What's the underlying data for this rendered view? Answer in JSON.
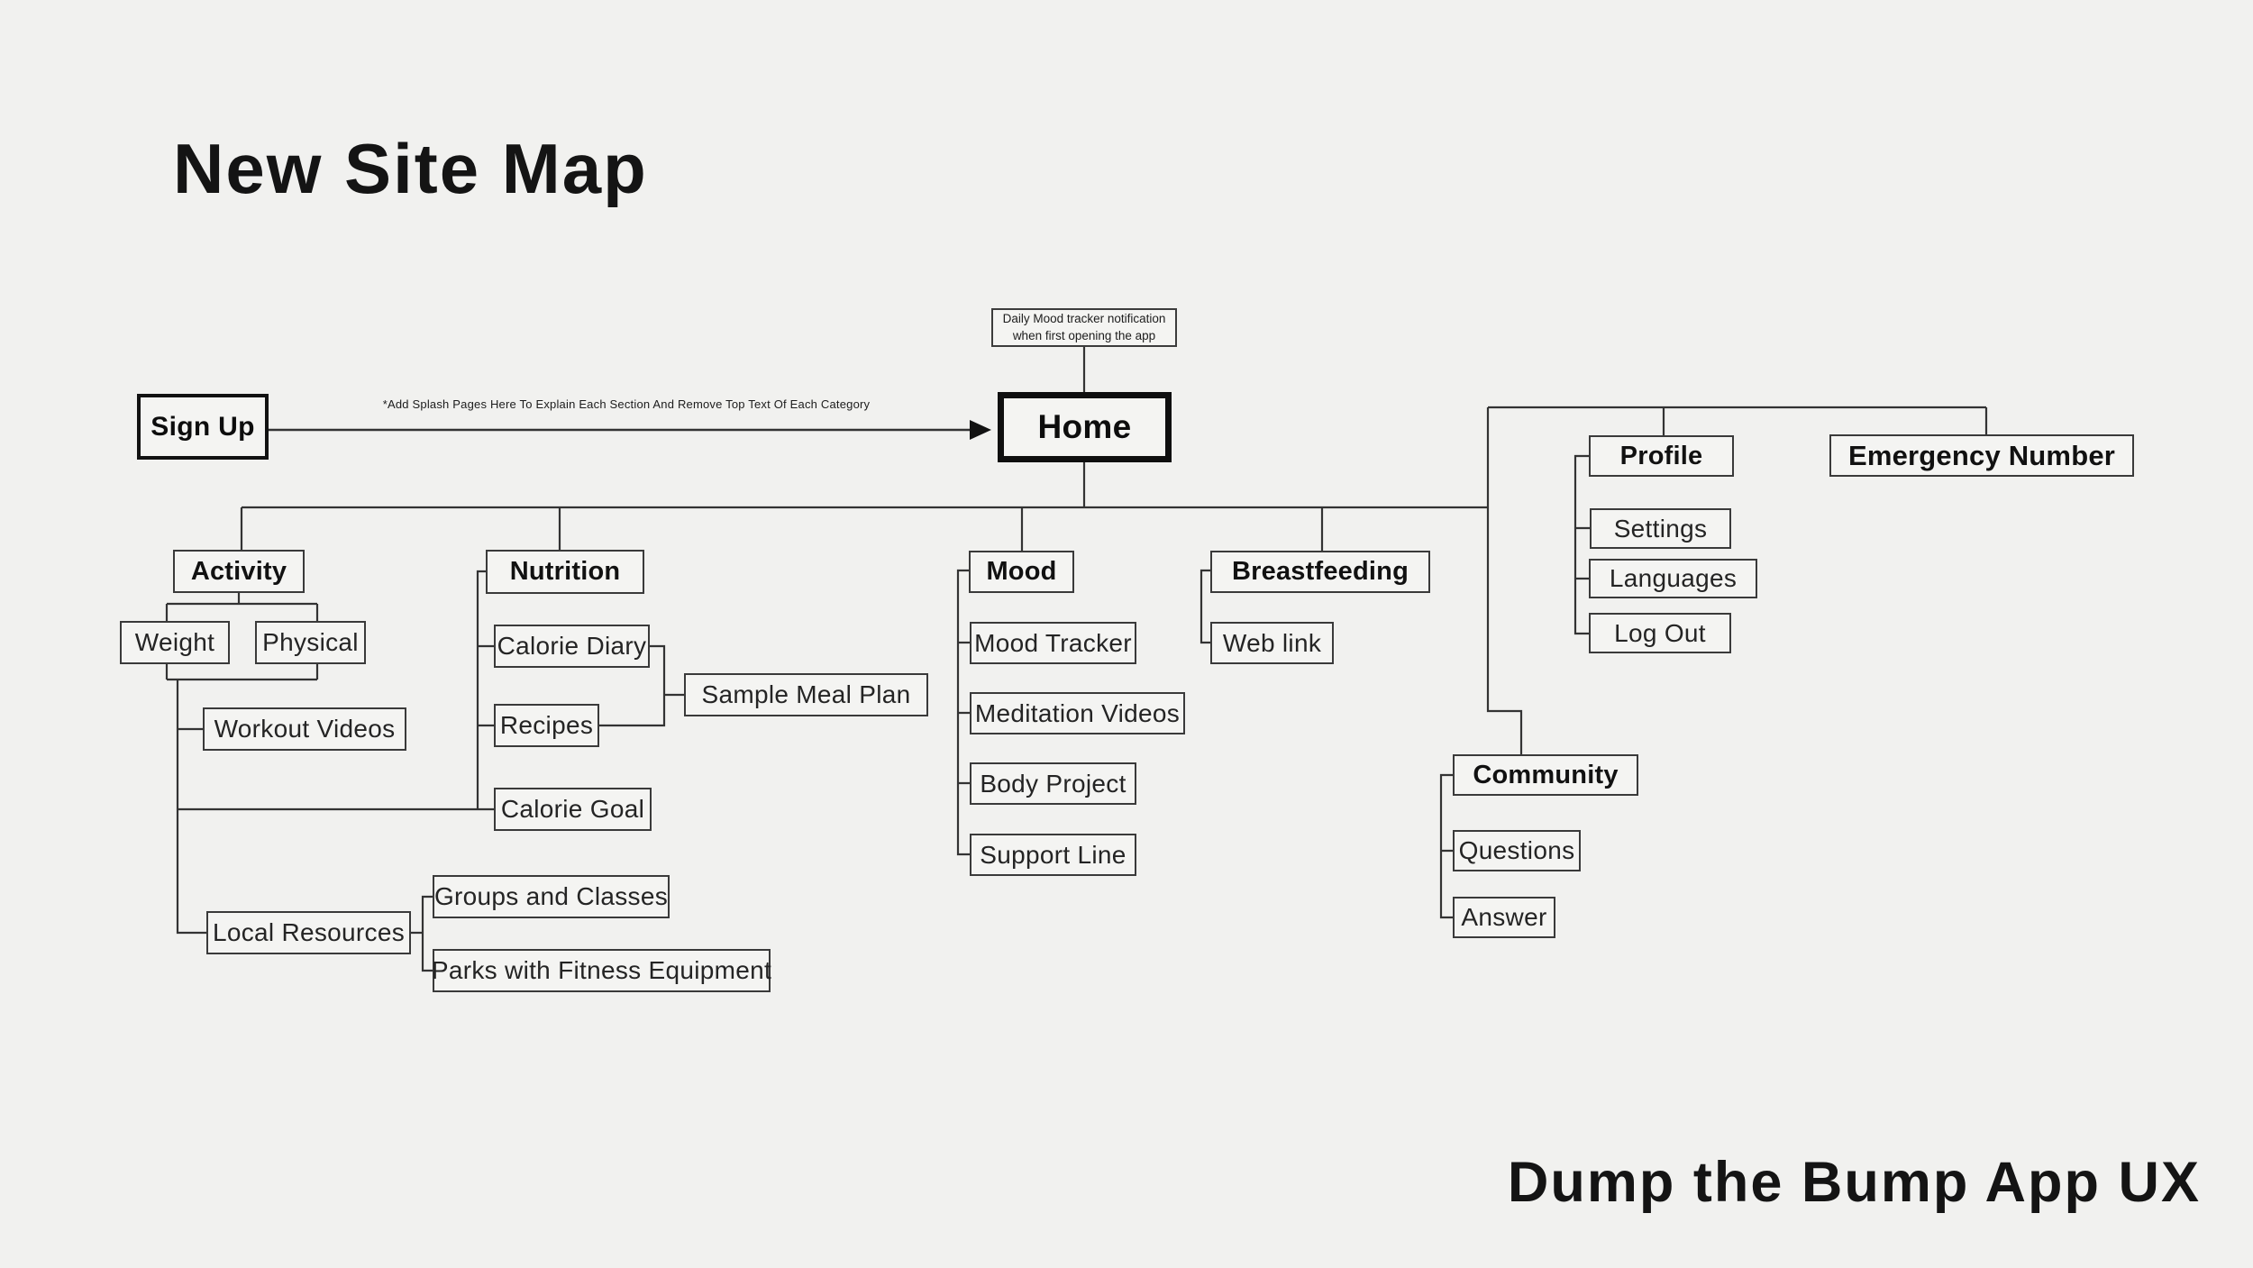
{
  "header": {
    "title": "New Site Map"
  },
  "footer": {
    "title": "Dump the Bump App UX"
  },
  "colors": {
    "background": "#f1f1ef",
    "box_fill": "#f4f4f2",
    "connector_line": "#333333",
    "thin_border": "#3a3a3a",
    "heavy_border": "#121212",
    "text": "#1c1c1c"
  },
  "annotations": {
    "notification_line1": "Daily Mood tracker notification",
    "notification_line2": "when first opening the app",
    "splash_note": "*Add Splash Pages Here To Explain Each Section And Remove Top Text Of Each Category"
  },
  "nodes": {
    "sign_up": "Sign Up",
    "home": "Home",
    "activity": "Activity",
    "weight": "Weight",
    "physical": "Physical",
    "workout_videos": "Workout Videos",
    "calorie_goal": "Calorie Goal",
    "local_resources": "Local Resources",
    "groups_and_classes": "Groups and Classes",
    "parks_with_fitness_equipment": "Parks with Fitness Equipment",
    "nutrition": "Nutrition",
    "calorie_diary": "Calorie Diary",
    "recipes": "Recipes",
    "sample_meal_plan": "Sample Meal Plan",
    "mood": "Mood",
    "mood_tracker": "Mood Tracker",
    "meditation_videos": "Meditation Videos",
    "body_project": "Body Project",
    "support_line": "Support Line",
    "breastfeeding": "Breastfeeding",
    "web_link": "Web link",
    "profile": "Profile",
    "settings": "Settings",
    "languages": "Languages",
    "log_out": "Log Out",
    "emergency_number": "Emergency Number",
    "community": "Community",
    "questions": "Questions",
    "answer": "Answer"
  }
}
